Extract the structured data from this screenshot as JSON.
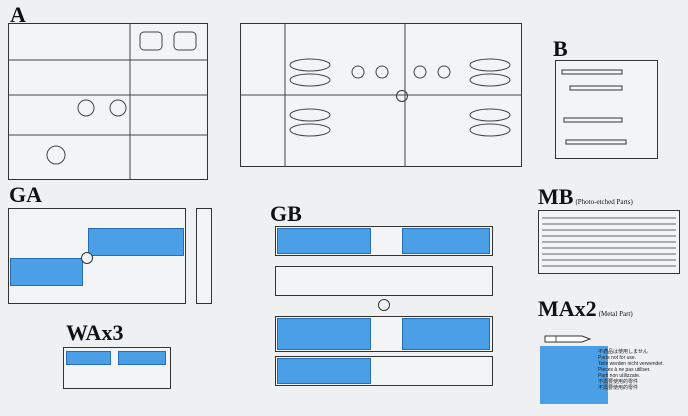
{
  "sprues": {
    "a": {
      "label": "A"
    },
    "b": {
      "label": "B"
    },
    "ga": {
      "label": "GA"
    },
    "gb": {
      "label": "GB"
    },
    "wa": {
      "label": "WAx3"
    },
    "mb": {
      "label": "MB",
      "note": "(Photo-etched Parts)"
    },
    "ma": {
      "label": "MAx2",
      "note": "(Metal Part)"
    }
  },
  "legend": {
    "lines": [
      "不適品は使用しません",
      "Parts not for use.",
      "Teile werden nicht verwendet.",
      "Pieces à ne pas utiliser.",
      "Parti non utilizzate.",
      "不需要使用的零件",
      "不需要使用的零件"
    ]
  },
  "colors": {
    "unused_parts": "#4a9fe6",
    "outline": "#333333",
    "background": "#eef0f2"
  }
}
